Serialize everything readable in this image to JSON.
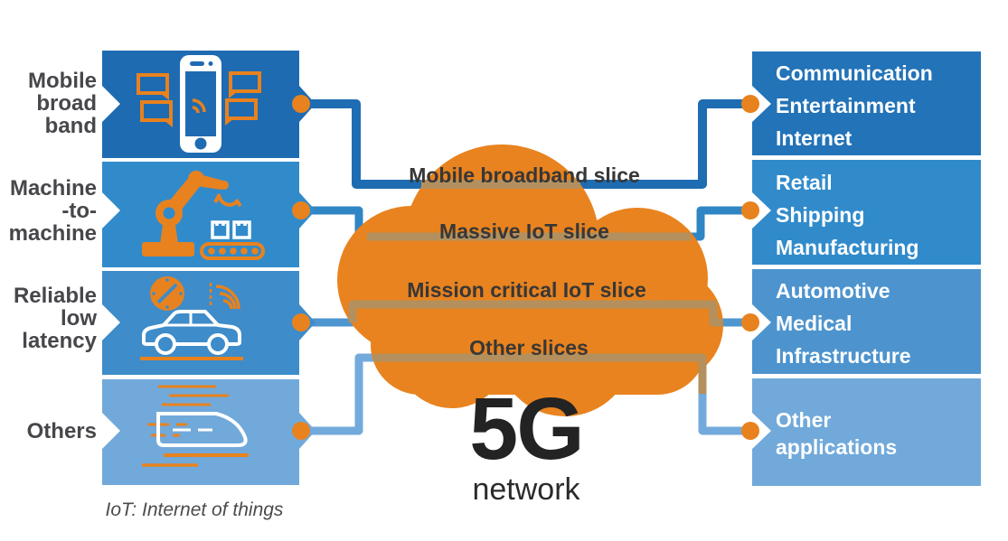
{
  "left": {
    "categories": [
      {
        "label": "Mobile\nbroad\nband",
        "icon": "smartphone-chat-icon",
        "box_color": "#1e6bb2"
      },
      {
        "label": "Machine\n-to-\nmachine",
        "icon": "robot-arm-icon",
        "box_color": "#318bcb"
      },
      {
        "label": "Reliable\nlow\nlatency",
        "icon": "connected-car-icon",
        "box_color": "#3e8cc9"
      },
      {
        "label": "Others",
        "icon": "high-speed-train-icon",
        "box_color": "#71a9da"
      }
    ],
    "footnote": "IoT: Internet of things"
  },
  "cloud": {
    "big_label": "5G",
    "sub_label": "network",
    "color": "#e8831f",
    "slices": [
      "Mobile broadband slice",
      "Massive IoT slice",
      "Mission critical IoT slice",
      "Other slices"
    ]
  },
  "right": {
    "applications": [
      {
        "label": "Communication\nEntertainment\nInternet",
        "box_color": "#2273b8"
      },
      {
        "label": "Retail\nShipping\nManufacturing",
        "box_color": "#318bcb"
      },
      {
        "label": "Automotive\nMedical\nInfrastructure",
        "box_color": "#4d94ce"
      },
      {
        "label": "Other\napplications",
        "box_color": "#71a9da"
      }
    ]
  },
  "connectors": [
    {
      "name": "mobile-broadband-line",
      "color": "#1e6cb2"
    },
    {
      "name": "massive-iot-line",
      "color": "#2f86c5"
    },
    {
      "name": "mission-critical-line",
      "color": "#4d96cf"
    },
    {
      "name": "other-slices-line",
      "color": "#72aadb"
    }
  ],
  "accents": {
    "dot_color": "#e8821e",
    "line_over_cloud_color": "#b3905e",
    "label_text_color": "#47474b",
    "slice_text_color": "#373737"
  }
}
